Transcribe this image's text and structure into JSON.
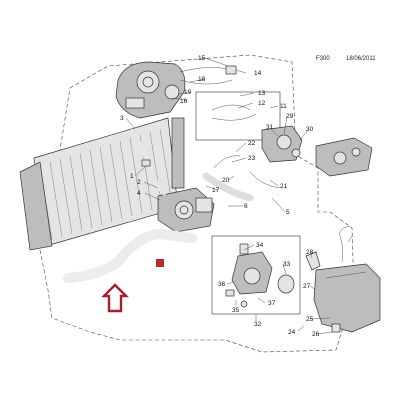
{
  "header": {
    "drawing_code": "F300",
    "date": "18/06/2011"
  },
  "callouts": [
    "15",
    "14",
    "18",
    "19",
    "16",
    "13",
    "12",
    "11",
    "3",
    "29",
    "30",
    "31",
    "22",
    "23",
    "20",
    "17",
    "21",
    "1",
    "2",
    "4",
    "5",
    "6",
    "34",
    "28",
    "33",
    "27",
    "36",
    "37",
    "35",
    "32",
    "25",
    "26",
    "24"
  ],
  "highlight": {
    "marker_color": "#c0282d",
    "arrow_color": "#a81e2a"
  }
}
